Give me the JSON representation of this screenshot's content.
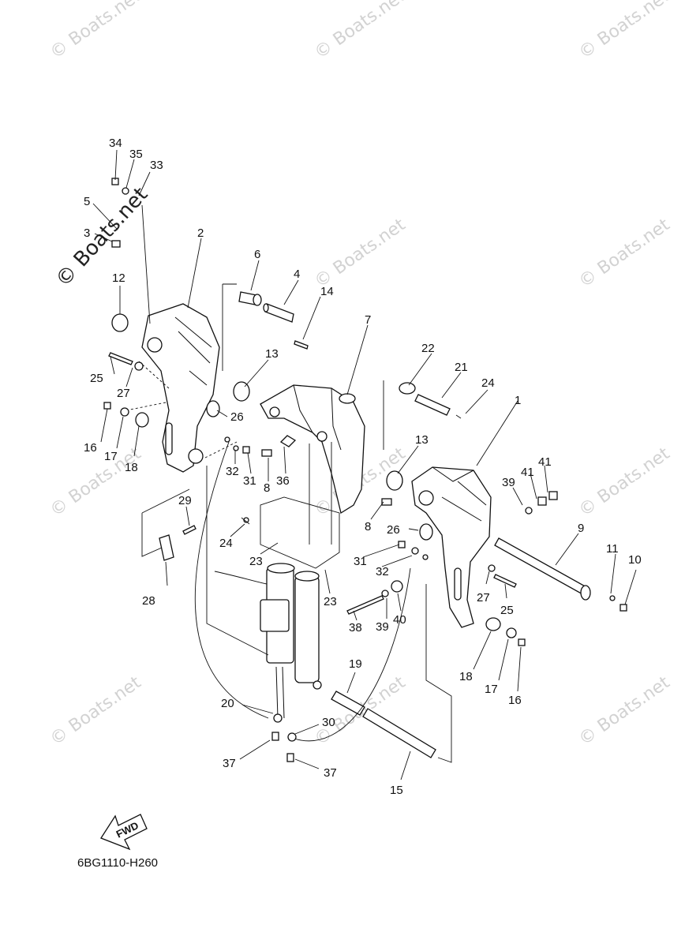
{
  "watermark": {
    "small_text": "© Boats.net",
    "large_text": "© Boats.net"
  },
  "diagram_code": "6BG1110-H260",
  "fwd_label": "FWD",
  "callouts": [
    "34",
    "35",
    "33",
    "5",
    "3",
    "2",
    "12",
    "6",
    "4",
    "14",
    "7",
    "25",
    "27",
    "13",
    "22",
    "21",
    "24",
    "1",
    "16",
    "17",
    "18",
    "26",
    "32",
    "31",
    "8",
    "36",
    "13",
    "41",
    "41",
    "39",
    "29",
    "9",
    "24",
    "8",
    "26",
    "23",
    "23",
    "31",
    "32",
    "11",
    "10",
    "28",
    "27",
    "25",
    "38",
    "39",
    "40",
    "19",
    "18",
    "17",
    "16",
    "20",
    "30",
    "37",
    "37",
    "15"
  ]
}
